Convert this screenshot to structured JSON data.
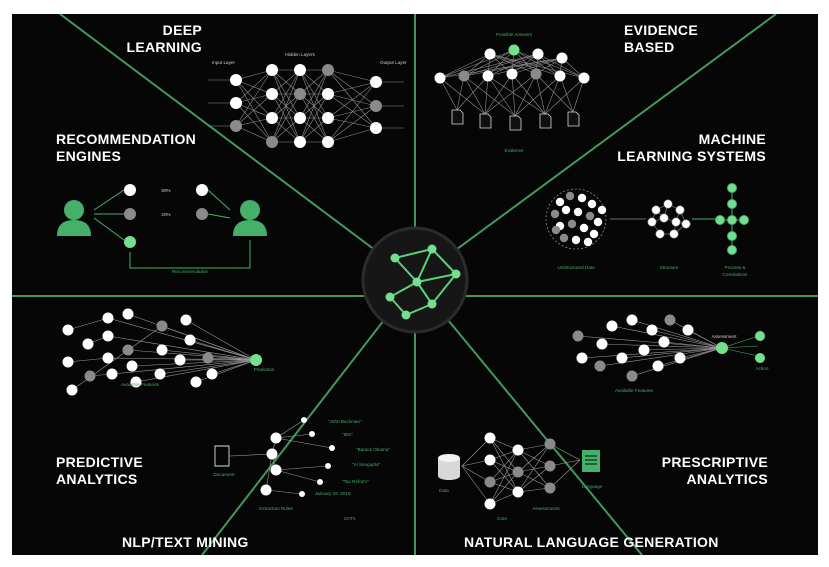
{
  "colors": {
    "background": "#060606",
    "accent": "#4cbf72",
    "divider": "#3f9a5c",
    "node_white": "#ffffff",
    "node_gray": "#8a8a8a"
  },
  "sections": {
    "deep_learning": {
      "line1": "DEEP",
      "line2": "LEARNING",
      "labels": [
        "Input Layer",
        "Hidden Layers",
        "Output Layer"
      ]
    },
    "evidence_based": {
      "line1": "EVIDENCE",
      "line2": "BASED",
      "labels": [
        "Possible Answers",
        "Evidence"
      ]
    },
    "recommendation_engines": {
      "line1": "RECOMMENDATION",
      "line2": "ENGINES",
      "labels": [
        "80%",
        "20%",
        "Recommendation"
      ]
    },
    "machine_learning_systems": {
      "line1": "MACHINE",
      "line2": "LEARNING SYSTEMS",
      "labels": [
        "Unstructured Data",
        "Structure",
        "Process &",
        "Correlations"
      ]
    },
    "predictive_analytics": {
      "line1": "PREDICTIVE",
      "line2": "ANALYTICS",
      "labels": [
        "Available Features",
        "Prediction"
      ]
    },
    "prescriptive_analytics": {
      "line1": "PRESCRIPTIVE",
      "line2": "ANALYTICS",
      "labels": [
        "Available Features",
        "Assessment",
        "Action"
      ]
    },
    "nlp_text_mining": {
      "line1": "NLP/TEXT MINING",
      "labels": [
        "Document",
        "Extraction Rules",
        "DATA"
      ],
      "entities": [
        "\"John Buckman\"",
        "\"IBS\"",
        "\"Barack Obama\"",
        "\"Al Sengupta\"",
        "\"Tax Reform\"",
        "January 19, 2015"
      ]
    },
    "natural_language_generation": {
      "line1": "NATURAL LANGUAGE GENERATION",
      "labels": [
        "Data",
        "Core",
        "Assessments",
        "Language"
      ]
    }
  }
}
